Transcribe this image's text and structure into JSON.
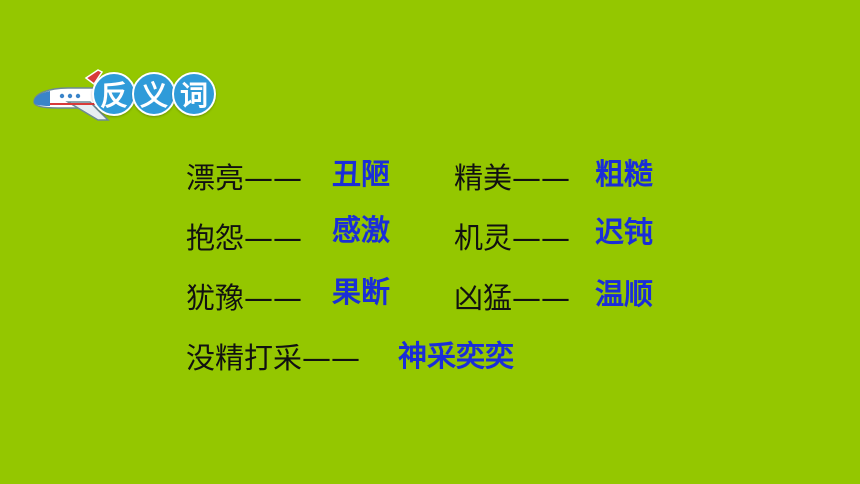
{
  "section": {
    "title_chars": [
      "反",
      "义",
      "词"
    ]
  },
  "pairs": [
    {
      "word": "漂亮——",
      "answer": "丑陋"
    },
    {
      "word": "精美——",
      "answer": "粗糙"
    },
    {
      "word": "抱怨——",
      "answer": "感激"
    },
    {
      "word": "机灵——",
      "answer": "迟钝"
    },
    {
      "word": "犹豫——",
      "answer": "果断"
    },
    {
      "word": "凶猛——",
      "answer": "温顺"
    },
    {
      "word": "没精打采——",
      "answer": "神采奕奕"
    }
  ],
  "colors": {
    "background": "#94c700",
    "answer_text": "#1a2ed8",
    "title_circle": "#2f9bd9"
  },
  "icons": {
    "header_icon": "airplane-icon"
  }
}
